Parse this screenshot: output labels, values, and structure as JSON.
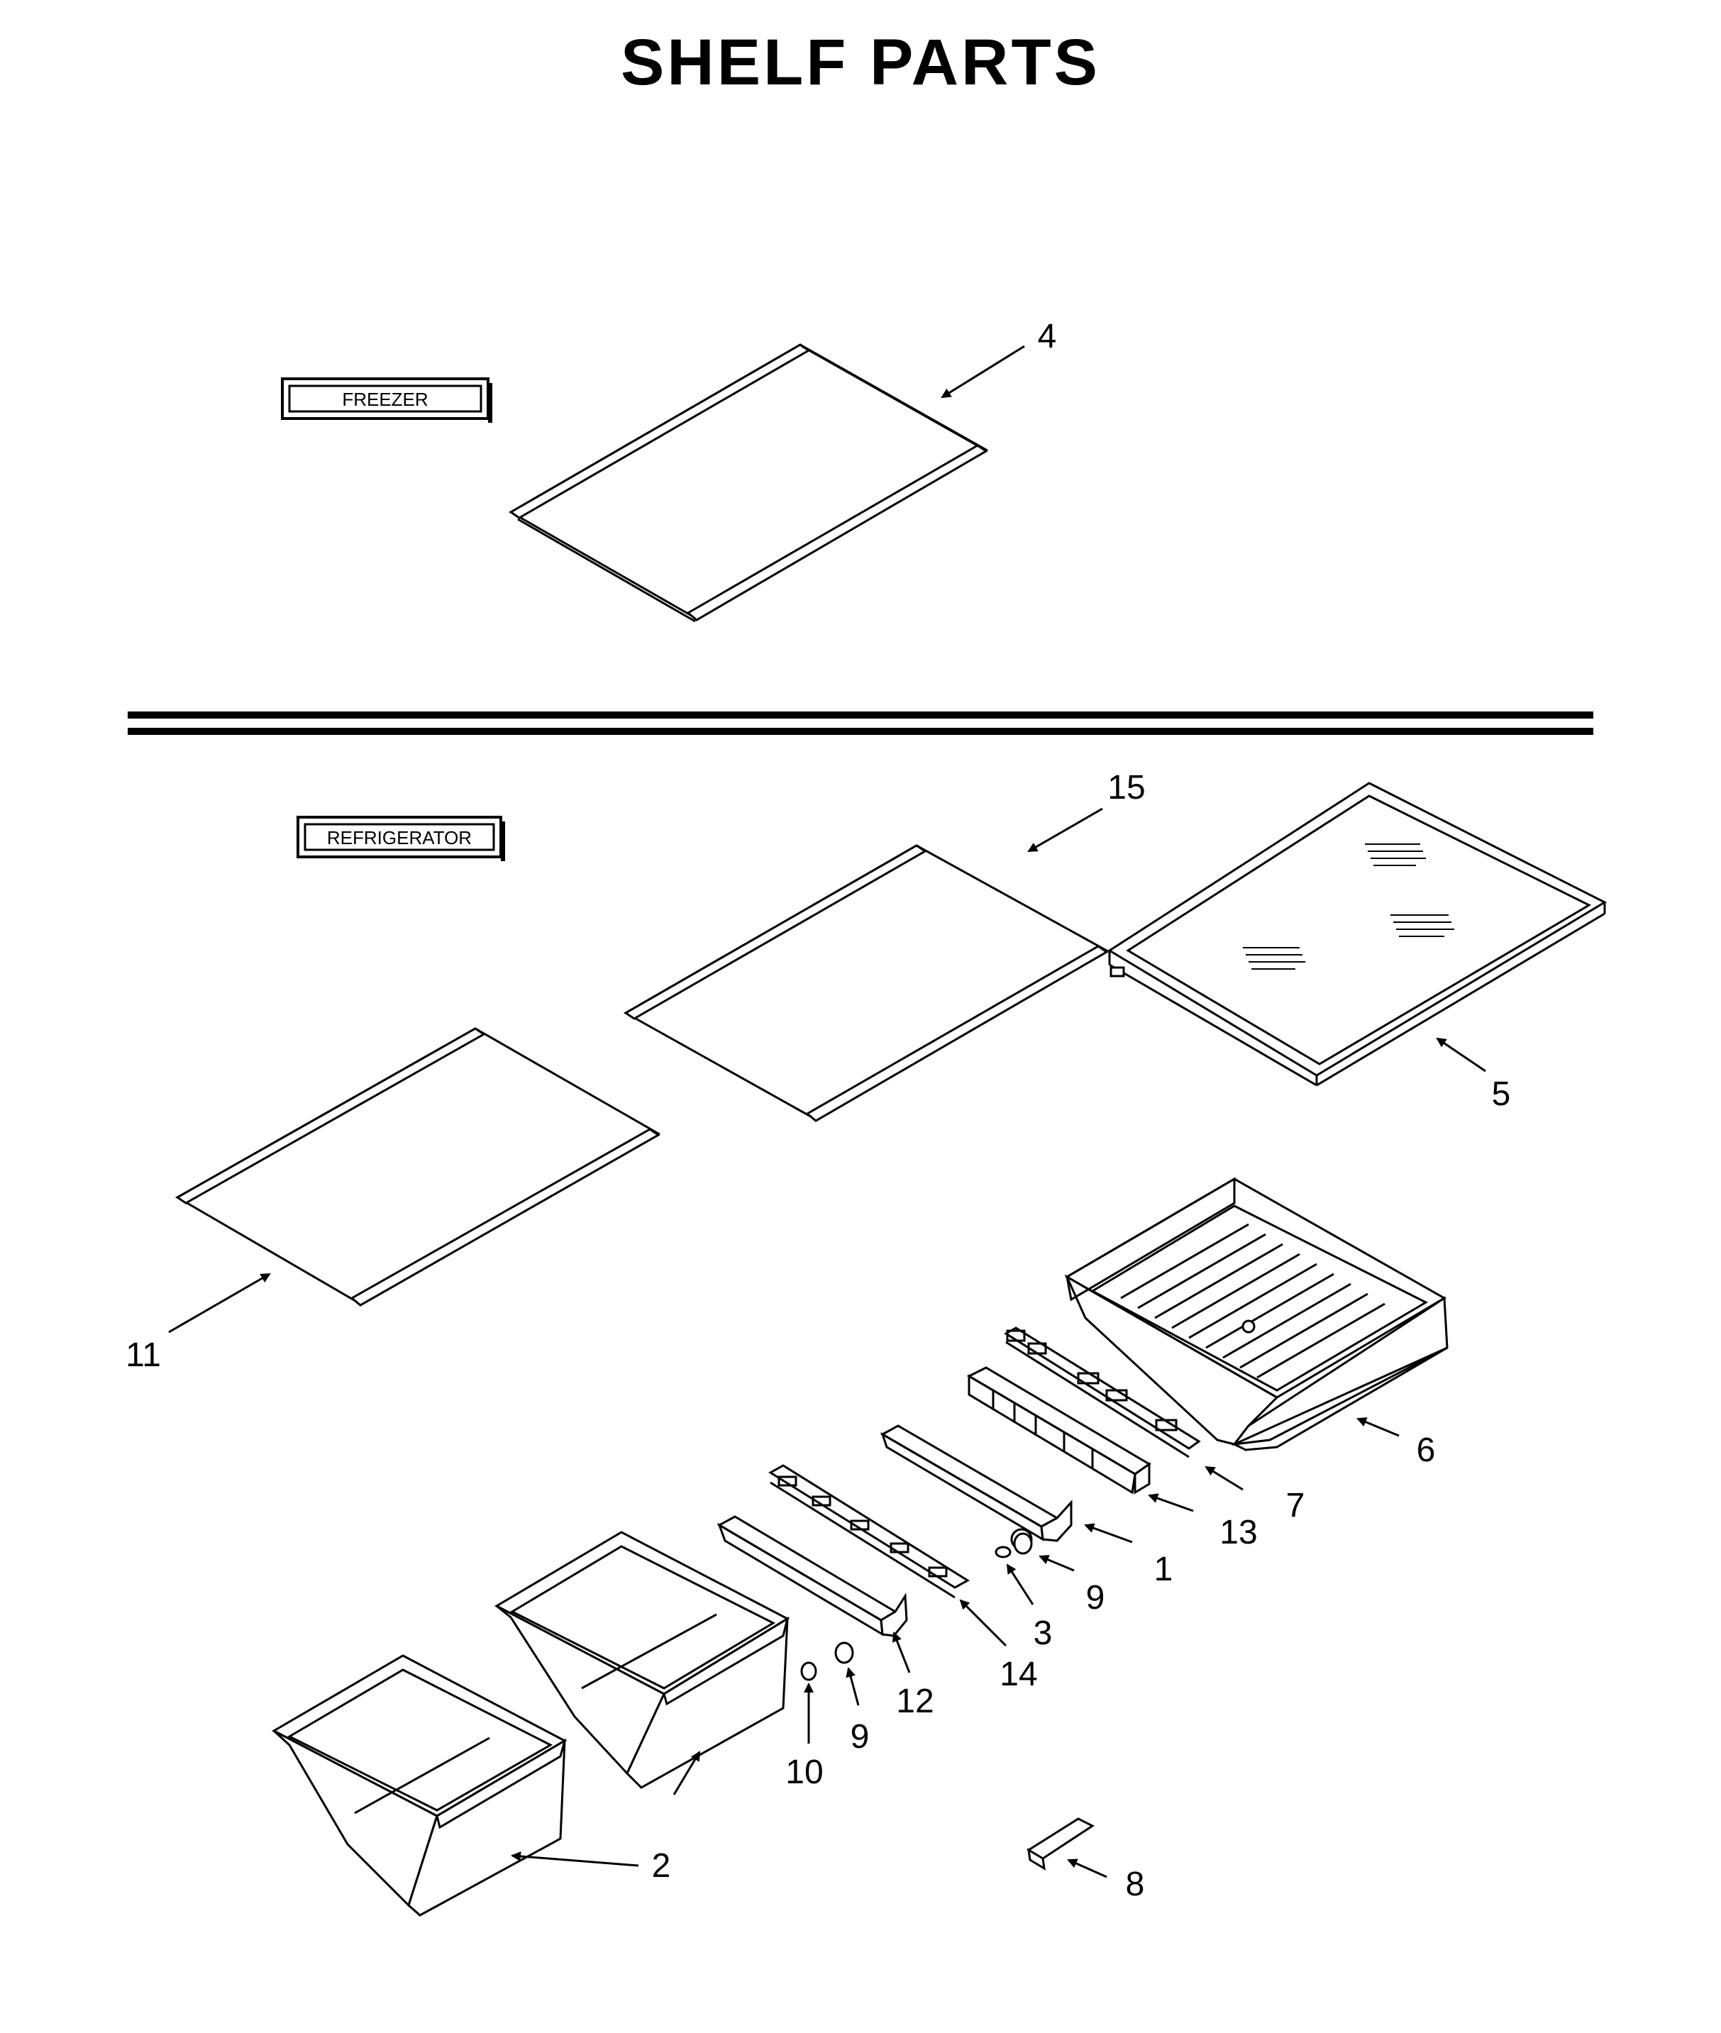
{
  "title": "SHELF PARTS",
  "sections": {
    "freezer": "FREEZER",
    "refrigerator": "REFRIGERATOR"
  },
  "callouts": {
    "c1": "1",
    "c2": "2",
    "c3": "3",
    "c4": "4",
    "c5": "5",
    "c6": "6",
    "c7": "7",
    "c8": "8",
    "c9a": "9",
    "c9b": "9",
    "c10": "10",
    "c11": "11",
    "c12": "12",
    "c13": "13",
    "c14": "14",
    "c15": "15"
  }
}
